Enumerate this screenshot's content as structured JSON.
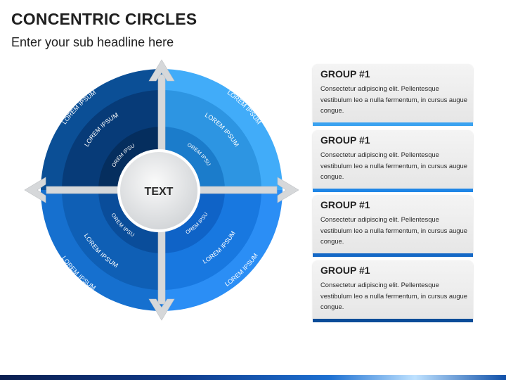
{
  "header": {
    "title": "CONCENTRIC CIRCLES",
    "subtitle": "Enter your sub headline here"
  },
  "diagram": {
    "center_label": "TEXT",
    "ring_label": "LOREM IPSUM",
    "colors": {
      "top_left": [
        "#0b4f96",
        "#073b78",
        "#052e5e"
      ],
      "top_right": [
        "#41acf9",
        "#2d95e2",
        "#1b7ccb"
      ],
      "bottom_left": [
        "#1670cf",
        "#0f5fb5",
        "#0a4d9a"
      ],
      "bottom_right": [
        "#2b8ef5",
        "#1878e0",
        "#0f63c7"
      ],
      "arrows": "#d6d8da",
      "center": "#e4e6e8"
    }
  },
  "groups": [
    {
      "title": "GROUP #1",
      "text": "Consectetur adipiscing elit. Pellentesque vestibulum leo a nulla fermentum, in cursus augue congue.",
      "color": "#3aa2f0"
    },
    {
      "title": "GROUP #1",
      "text": "Consectetur adipiscing elit. Pellentesque vestibulum leo a nulla fermentum, in cursus augue congue.",
      "color": "#1f86e6"
    },
    {
      "title": "GROUP #1",
      "text": "Consectetur adipiscing elit. Pellentesque vestibulum leo a nulla fermentum, in cursus augue congue.",
      "color": "#1468c6"
    },
    {
      "title": "GROUP #1",
      "text": "Consectetur adipiscing elit. Pellentesque vestibulum leo a nulla fermentum, in cursus augue congue.",
      "color": "#0b4c98"
    }
  ]
}
